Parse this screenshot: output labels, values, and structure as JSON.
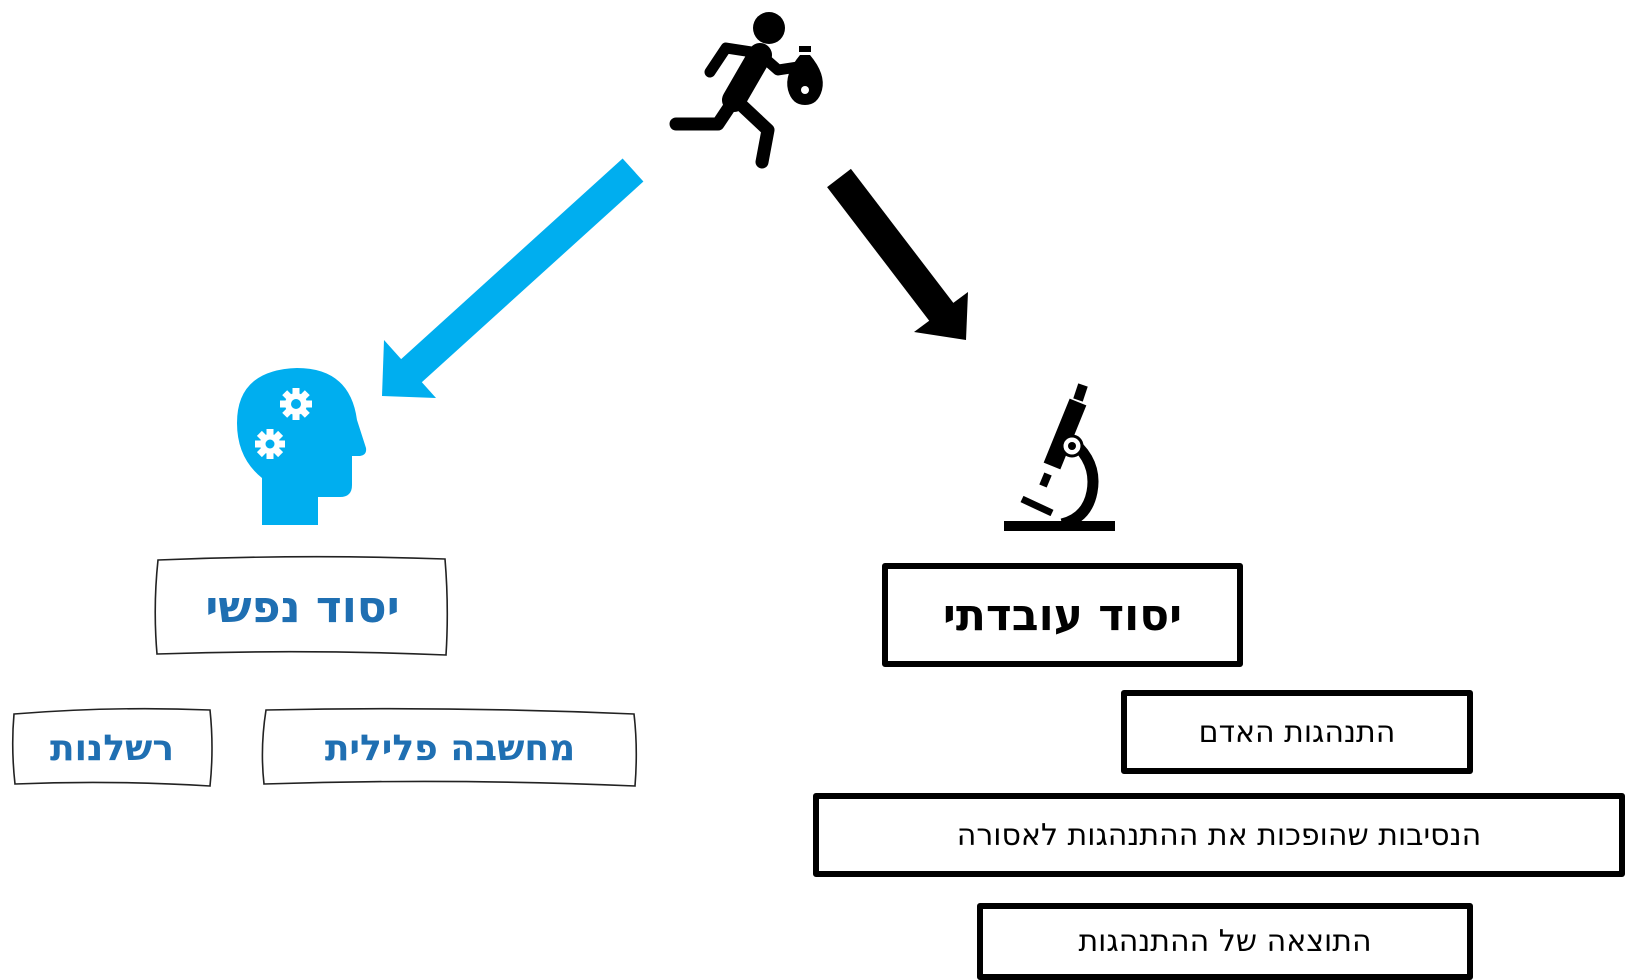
{
  "colors": {
    "accent_blue": "#00aeef",
    "label_blue": "#1f6fb2",
    "black": "#000000"
  },
  "icons": {
    "top": "running-thief-icon",
    "left": "head-gears-icon",
    "right": "microscope-icon"
  },
  "left_branch": {
    "title": "יסוד נפשי",
    "sub_items": [
      "מחשבה פלילית",
      "רשלנות"
    ]
  },
  "right_branch": {
    "title": "יסוד עובדתי",
    "sub_items": [
      "התנהגות האדם",
      "הנסיבות שהופכות את ההתנהגות לאסורה",
      "התוצאה של ההתנהגות"
    ]
  }
}
